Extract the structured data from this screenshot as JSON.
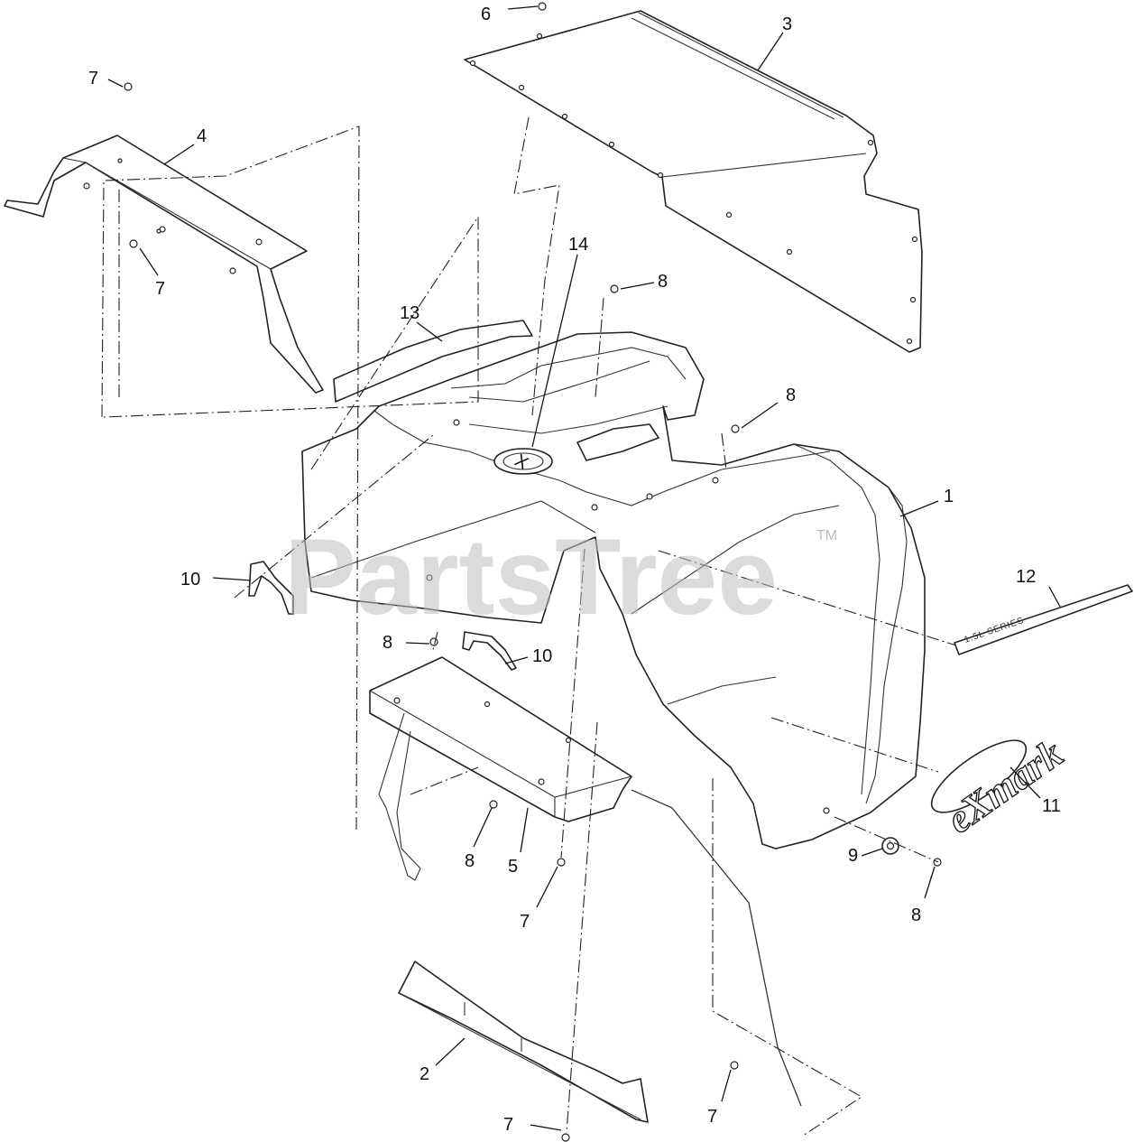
{
  "watermark": {
    "text": "PartsTree",
    "trademark": "TM"
  },
  "callouts": [
    {
      "id": "c6",
      "label": "6"
    },
    {
      "id": "c3",
      "label": "3"
    },
    {
      "id": "c7a",
      "label": "7"
    },
    {
      "id": "c4",
      "label": "4"
    },
    {
      "id": "c7b",
      "label": "7"
    },
    {
      "id": "c14",
      "label": "14"
    },
    {
      "id": "c8a",
      "label": "8"
    },
    {
      "id": "c13",
      "label": "13"
    },
    {
      "id": "c8b",
      "label": "8"
    },
    {
      "id": "c1",
      "label": "1"
    },
    {
      "id": "c10a",
      "label": "10"
    },
    {
      "id": "c12",
      "label": "12"
    },
    {
      "id": "c8c",
      "label": "8"
    },
    {
      "id": "c10b",
      "label": "10"
    },
    {
      "id": "c11",
      "label": "11"
    },
    {
      "id": "c8d",
      "label": "8"
    },
    {
      "id": "c5",
      "label": "5"
    },
    {
      "id": "c9",
      "label": "9"
    },
    {
      "id": "c8e",
      "label": "8"
    },
    {
      "id": "c7c",
      "label": "7"
    },
    {
      "id": "c2",
      "label": "2"
    },
    {
      "id": "c7d",
      "label": "7"
    },
    {
      "id": "c7e",
      "label": "7"
    }
  ],
  "decals": {
    "stripe_text": "1.5L SERIES",
    "logo_text": "eXmark",
    "emblem_text": "X"
  }
}
